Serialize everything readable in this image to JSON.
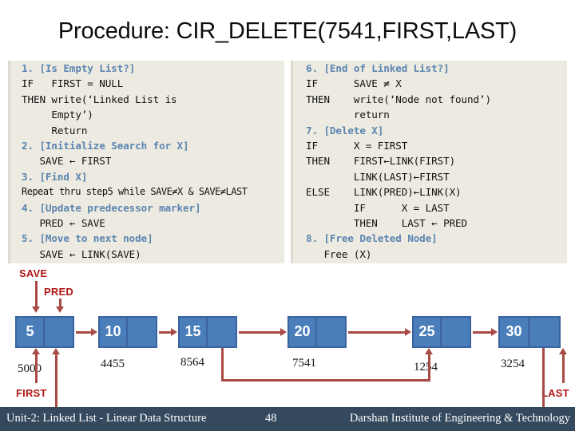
{
  "title": "Procedure: CIR_DELETE(7541,FIRST,LAST)",
  "left_panel": {
    "lines": [
      {
        "step": "1. [Is Empty List?]",
        "text": ""
      },
      {
        "step": "",
        "text": "IF   FIRST = NULL"
      },
      {
        "step": "",
        "text": "THEN write(‘Linked List is"
      },
      {
        "step": "",
        "text": "     Empty’)"
      },
      {
        "step": "",
        "text": "     Return"
      },
      {
        "step": "2. [Initialize Search for X]",
        "text": ""
      },
      {
        "step": "",
        "text": "   SAVE ← FIRST"
      },
      {
        "step": "3. [Find X]",
        "text": ""
      },
      {
        "step": "",
        "text": "Repeat thru step5 while SAVE≠X & SAVE≠LAST"
      },
      {
        "step": "4. [Update predecessor marker]",
        "text": ""
      },
      {
        "step": "",
        "text": "   PRED ← SAVE"
      },
      {
        "step": "5. [Move to next node]",
        "text": ""
      },
      {
        "step": "",
        "text": "   SAVE ← LINK(SAVE)"
      }
    ]
  },
  "right_panel": {
    "lines": [
      {
        "step": "6. [End of Linked List?]",
        "text": ""
      },
      {
        "step": "",
        "text": "IF      SAVE ≠ X"
      },
      {
        "step": "",
        "text": "THEN    write(‘Node not found’)"
      },
      {
        "step": "",
        "text": "        return"
      },
      {
        "step": "7. [Delete X]",
        "text": ""
      },
      {
        "step": "",
        "text": "IF      X = FIRST"
      },
      {
        "step": "",
        "text": "THEN    FIRST←LINK(FIRST)"
      },
      {
        "step": "",
        "text": "        LINK(LAST)←FIRST"
      },
      {
        "step": "",
        "text": "ELSE    LINK(PRED)←LINK(X)"
      },
      {
        "step": "",
        "text": "        IF      X = LAST"
      },
      {
        "step": "",
        "text": "        THEN    LAST ← PRED"
      },
      {
        "step": "8. [Free Deleted Node]",
        "text": ""
      },
      {
        "step": "",
        "text": "   Free (X)"
      }
    ]
  },
  "diagram": {
    "nodes": [
      {
        "value": "5",
        "address": "5000"
      },
      {
        "value": "10",
        "address": "4455"
      },
      {
        "value": "15",
        "address": "8564"
      },
      {
        "value": "20",
        "address": "7541"
      },
      {
        "value": "25",
        "address": "1254"
      },
      {
        "value": "30",
        "address": "3254"
      }
    ],
    "pointers": [
      {
        "name": "SAVE"
      },
      {
        "name": "PRED"
      },
      {
        "name": "FIRST"
      },
      {
        "name": "LAST"
      }
    ]
  },
  "footer": {
    "left": "Unit-2: Linked List - Linear Data Structure",
    "page": "48",
    "right": "Darshan Institute of Engineering & Technology"
  },
  "colors": {
    "node_fill": "#4A7EBB",
    "node_border": "#3A63A0",
    "connector": "#A84A45",
    "pointer_label": "#B01717",
    "panel_bg": "#EDEBE1",
    "step_text": "#5B84B1",
    "footer_bg": "#35495E"
  }
}
